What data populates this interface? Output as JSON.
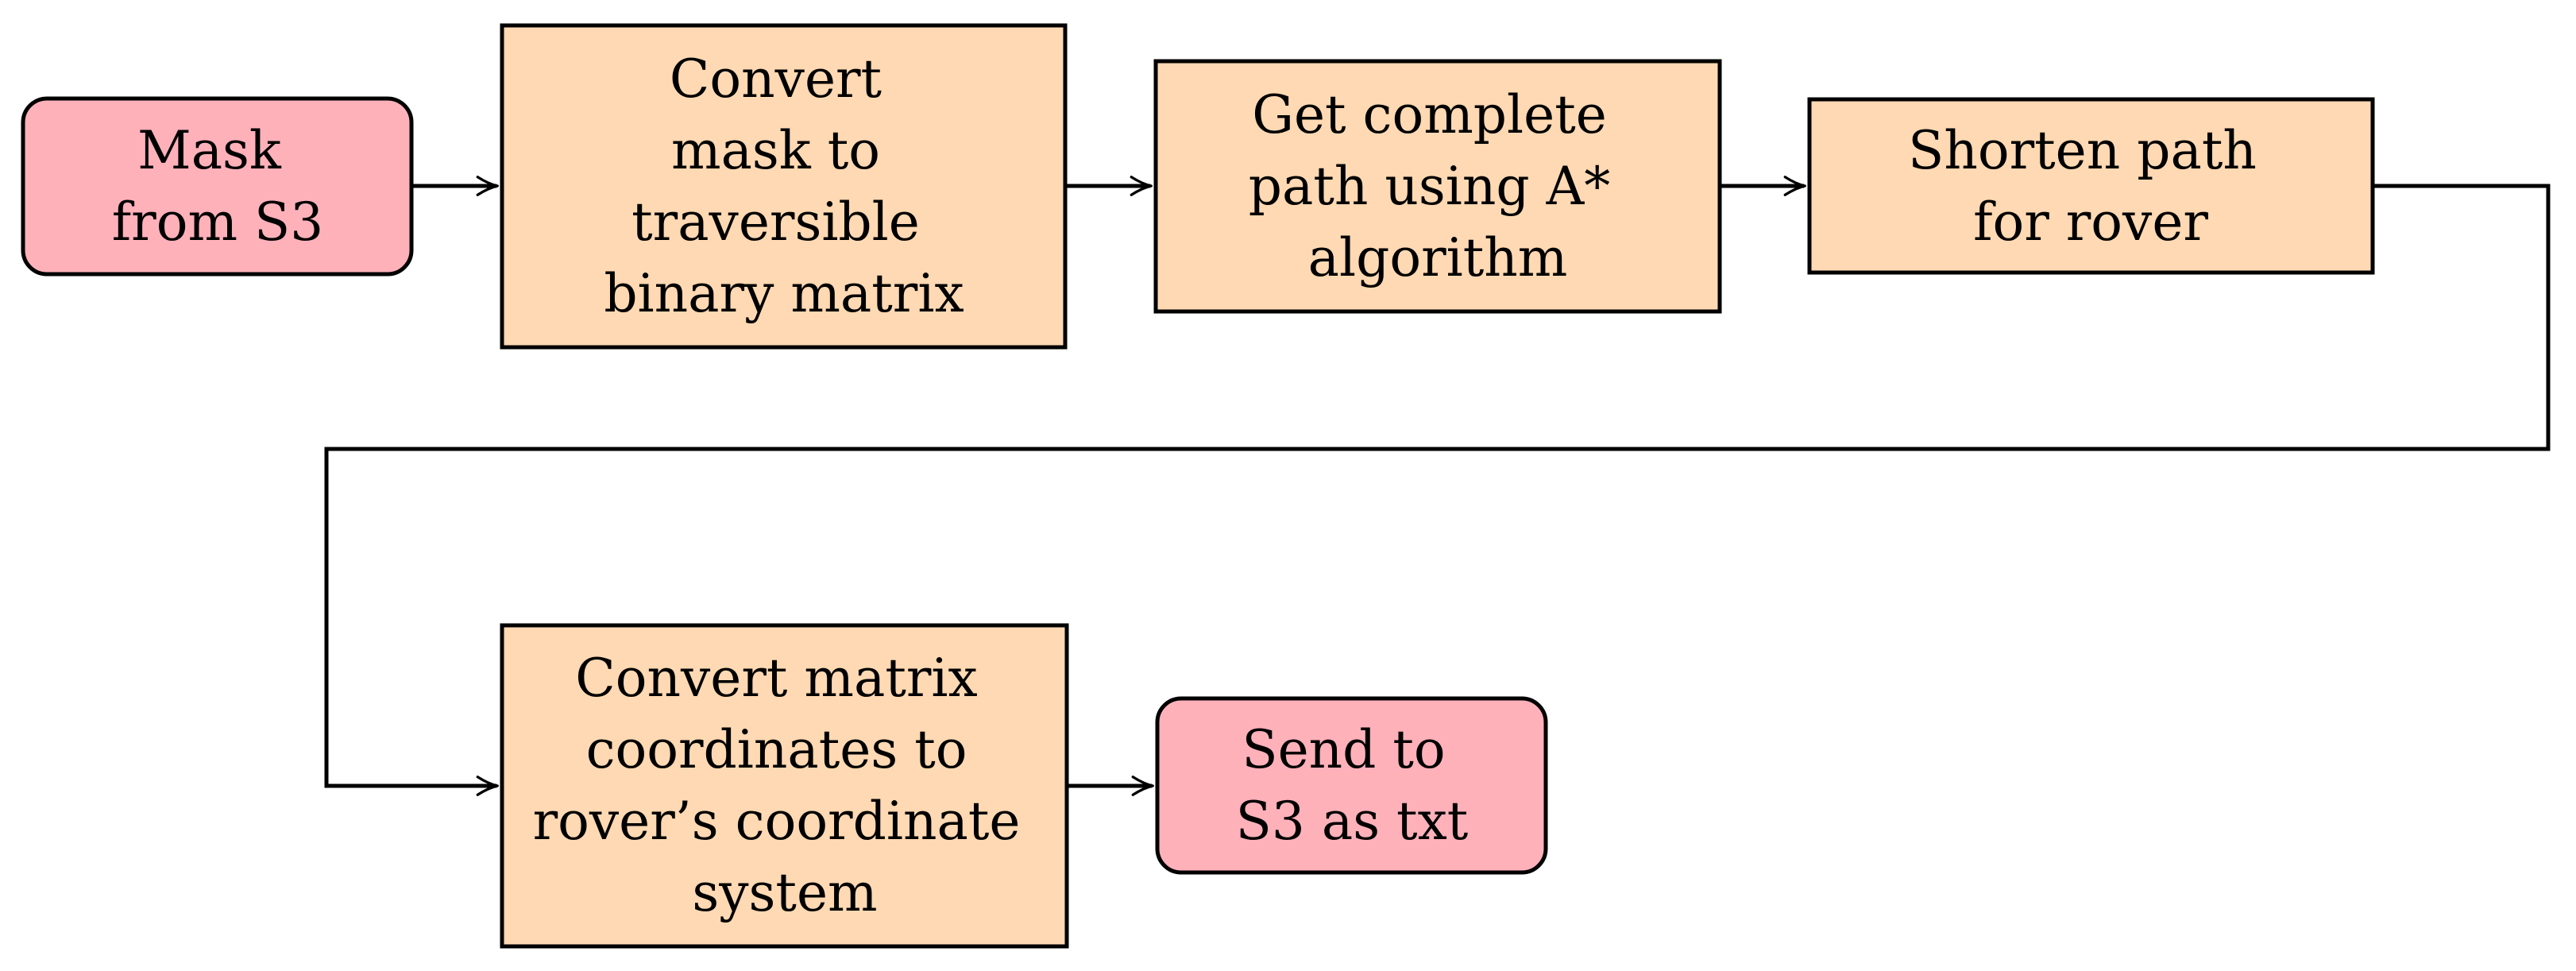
{
  "diagram": {
    "type": "flowchart",
    "background": "#ffffff",
    "colors": {
      "terminal_fill": "#ffb1ba",
      "process_fill": "#ffd9b3",
      "node_stroke": "#000000",
      "edge_stroke": "#000000",
      "text": "#000000"
    },
    "nodes": [
      {
        "id": "mask-from-s3",
        "shape": "rounded",
        "role": "terminal",
        "lines": [
          "Mask",
          "from S3"
        ]
      },
      {
        "id": "convert-mask",
        "shape": "rectangle",
        "role": "process",
        "lines": [
          "Convert",
          "mask to",
          "traversible",
          "binary matrix"
        ]
      },
      {
        "id": "get-complete-path",
        "shape": "rectangle",
        "role": "process",
        "lines": [
          "Get complete",
          "path using A*",
          "algorithm"
        ]
      },
      {
        "id": "shorten-path",
        "shape": "rectangle",
        "role": "process",
        "lines": [
          "Shorten path",
          "for rover"
        ]
      },
      {
        "id": "convert-coordinates",
        "shape": "rectangle",
        "role": "process",
        "lines": [
          "Convert matrix",
          "coordinates to",
          "rover’s coordinate",
          "system"
        ]
      },
      {
        "id": "send-to-s3",
        "shape": "rounded",
        "role": "terminal",
        "lines": [
          "Send to",
          "S3 as txt"
        ]
      }
    ],
    "edges": [
      {
        "from": "mask-from-s3",
        "to": "convert-mask",
        "style": "arrow"
      },
      {
        "from": "convert-mask",
        "to": "get-complete-path",
        "style": "arrow"
      },
      {
        "from": "get-complete-path",
        "to": "shorten-path",
        "style": "arrow"
      },
      {
        "from": "shorten-path",
        "to": "convert-coordinates",
        "style": "arrow-wrapping"
      },
      {
        "from": "convert-coordinates",
        "to": "send-to-s3",
        "style": "arrow"
      }
    ]
  }
}
